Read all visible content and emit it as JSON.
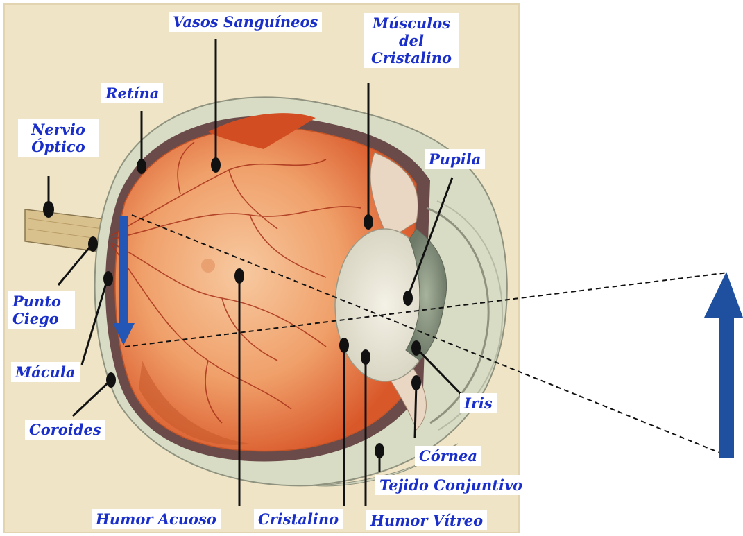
{
  "labels": {
    "vasos_sanguineos": "Vasos Sanguíneos",
    "musculos_line1": "Músculos",
    "musculos_line2": "del",
    "musculos_line3": "Cristalino",
    "retina": "Retína",
    "nervio_line1": "Nervio",
    "nervio_line2": "Óptico",
    "pupila": "Pupila",
    "punto_ciego_line1": "Punto",
    "punto_ciego_line2": "Ciego",
    "macula": "Mácula",
    "coroides": "Coroides",
    "iris": "Iris",
    "cornea": "Córnea",
    "tejido_conjuntivo": "Tejido Conjuntivo",
    "humor_acuoso": "Humor Acuoso",
    "cristalino": "Cristalino",
    "humor_vitreo": "Humor Vítreo"
  },
  "colors": {
    "label_text": "#1a2fc9",
    "object_arrow": "#1f4f9f",
    "image_arrow": "#2457b5",
    "paper": "#efe4c6",
    "retina_orange": "#e8763a",
    "sclera": "#d8dcc4"
  },
  "arrows": {
    "object": "upright-blue-arrow",
    "image": "inverted-blue-arrow"
  }
}
